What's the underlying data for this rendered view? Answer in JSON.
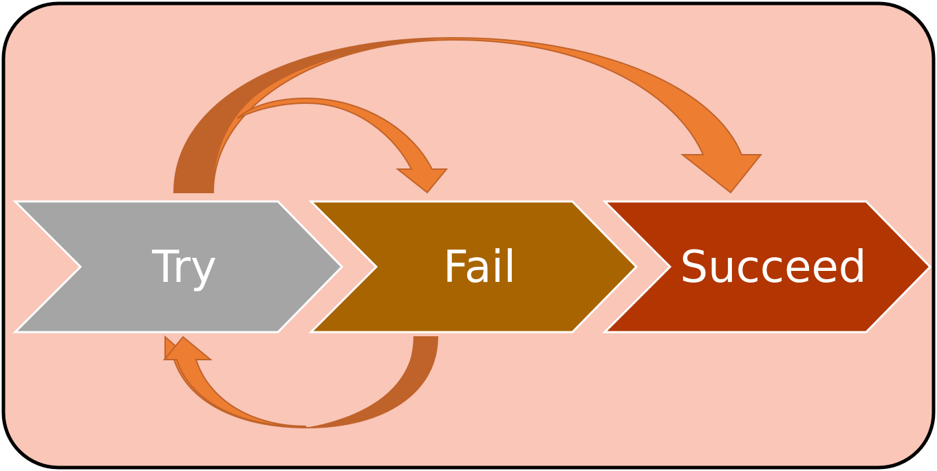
{
  "diagram": {
    "steps": [
      {
        "label": "Try",
        "color": "#A5A5A5"
      },
      {
        "label": "Fail",
        "color": "#A86400"
      },
      {
        "label": "Succeed",
        "color": "#B23502"
      }
    ],
    "frame": {
      "fill": "#F9C6B8",
      "border": "#000000"
    },
    "arrows": {
      "fill": "#ED7D31",
      "shadow": "#C0632A",
      "links": [
        {
          "from": "Try",
          "to": "Fail"
        },
        {
          "from": "Try",
          "to": "Succeed"
        },
        {
          "from": "Fail",
          "to": "Try"
        }
      ]
    }
  }
}
